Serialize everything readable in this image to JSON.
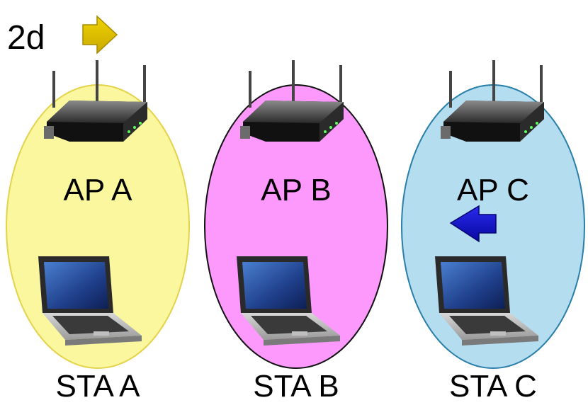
{
  "header": {
    "label": "2d",
    "arrow_icon": "right-arrow-icon",
    "arrow_color": "#d9bd00"
  },
  "cells": [
    {
      "ap_label": "AP A",
      "sta_label": "STA A",
      "fill": "#faf79f",
      "stroke": "#e3d24a"
    },
    {
      "ap_label": "AP B",
      "sta_label": "STA B",
      "fill": "#fd99fd",
      "stroke": "#111111"
    },
    {
      "ap_label": "AP C",
      "sta_label": "STA C",
      "fill": "#b4ddf0",
      "stroke": "#2a7fa8"
    }
  ],
  "signal": {
    "arrow_icon": "left-arrow-icon",
    "color": "#1010c8"
  },
  "icons": {
    "router": "wifi-router-icon",
    "laptop": "laptop-icon"
  }
}
